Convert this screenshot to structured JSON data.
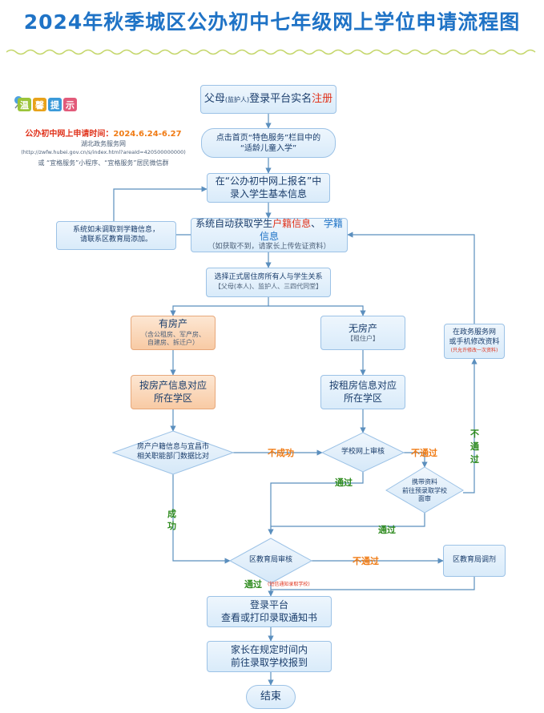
{
  "title": "2024年秋季城区公办初中七年级网上学位申请流程图",
  "tips": {
    "badges": [
      "温",
      "馨",
      "提",
      "示"
    ],
    "badge_colors": [
      "#9bc43a",
      "#e8a21a",
      "#3b9ad9",
      "#e25b7a"
    ],
    "time_label": "公办初中网上申请时间：",
    "time_value": "2024.6.24-6.27",
    "line1": "湖北政务服务网",
    "line2": "(http://zwfw.hubei.gov.cn/s/index.html?areaId=420500000000)",
    "line3": "或 “宜格服务”小程序、“宜格服务”居民微信群"
  },
  "steps": {
    "login_prefix": "父母",
    "login_small": "(监护人)",
    "login_mid": "登录平台实名",
    "login_red": "注册",
    "homepage_l1": "点击首页“特色服务”栏目中的",
    "homepage_l2": "“适龄儿童入学”",
    "enter_l1": "在“公办初中网上报名”中",
    "enter_l2": "录入学生基本信息",
    "auto_a": "系统自动获取学生",
    "auto_red1": "户籍信息",
    "auto_b": "、 ",
    "auto_blue": "学籍信息",
    "auto_l2": "（如获取不到，请家长上传佐证资料）",
    "side_l1": "系统如未调取到学籍信息，",
    "side_l2": "请联系区教育局添加。",
    "select_l1": "选择正式居住房所有人与学生关系",
    "select_l2": "【父母(本人)、监护人、三四代同堂】",
    "house_title": "有房产",
    "house_l1": "（含公租房、军产房、",
    "house_l2": "自建房、拆迁户）",
    "nohouse_title": "无房产",
    "nohouse_sub": "【租住户】",
    "modify_l1": "在政务服务网",
    "modify_l2": "或手机修改资料",
    "modify_l3": "(只允许修改一次资料)",
    "byhouse_l1": "按房产信息对应",
    "byhouse_l2": "所在学区",
    "byrent_l1": "按租房信息对应",
    "byrent_l2": "所在学区",
    "compare_l1": "房产户籍信息与宜昌市",
    "compare_l2": "相关职能部门数据比对",
    "school_review": "学校网上审核",
    "bring_l1": "携带资料",
    "bring_l2": "前往预录取学校",
    "bring_l3": "面审",
    "district_review": "区教育局审核",
    "adjust": "区教育局调剂",
    "print_l1": "登录平台",
    "print_l2": "查看或打印录取通知书",
    "report_l1": "家长在规定时间内",
    "report_l2": "前往录取学校报到",
    "end": "结束"
  },
  "labels": {
    "fail": "不成功",
    "no_pass_1": "不通过",
    "pass_1": "通过",
    "pass_2": "通过",
    "success_1": "成",
    "success_2": "功",
    "no_pass_2": "不通过",
    "no_pass_v1": "不",
    "no_pass_v2": "通",
    "no_pass_v3": "过",
    "pass_3": "通过",
    "pass_3_note": "(短信通知录取学校)"
  }
}
